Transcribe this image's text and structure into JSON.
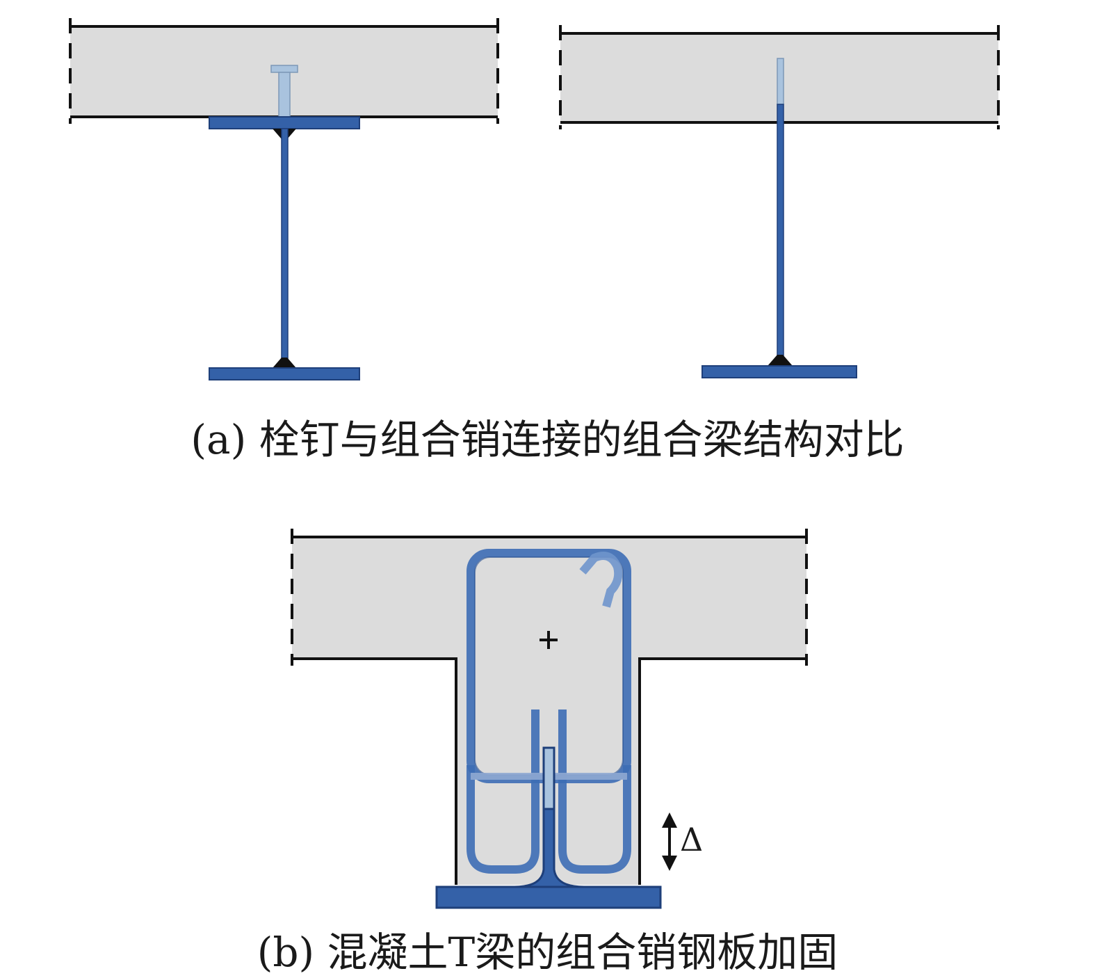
{
  "colors": {
    "concrete_fill": "#dcdcdc",
    "steel_blue": "#3461a8",
    "steel_outline": "#1e3f7a",
    "stud_light": "#a9c3de",
    "rebar_blue": "#3d6db5",
    "line_black": "#111111"
  },
  "panel_a": {
    "caption": "(a) 栓钉与组合销连接的组合梁结构对比"
  },
  "panel_b": {
    "caption": "(b) 混凝土T梁的组合销钢板加固",
    "delta_label": "Δ"
  },
  "icons": [
    "plus-icon",
    "double-arrow-icon"
  ]
}
